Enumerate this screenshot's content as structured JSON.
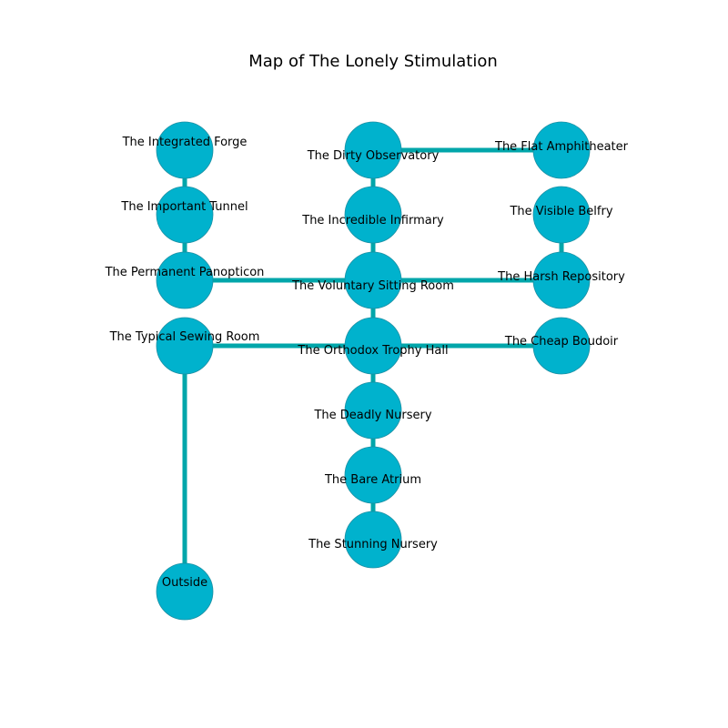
{
  "title": "Map of The Lonely Stimulation",
  "colors": {
    "node_fill": "#00b2cd",
    "node_stroke": "#1b8fa3",
    "edge": "#00a6aa",
    "text": "#000000",
    "background": "#ffffff"
  },
  "rooms": [
    {
      "id": "integrated-forge",
      "label": "The Integrated Forge"
    },
    {
      "id": "important-tunnel",
      "label": "The Important Tunnel"
    },
    {
      "id": "permanent-panopticon",
      "label": "The Permanent Panopticon"
    },
    {
      "id": "typical-sewing-room",
      "label": "The Typical Sewing Room"
    },
    {
      "id": "outside",
      "label": "Outside"
    },
    {
      "id": "dirty-observatory",
      "label": "The Dirty Observatory"
    },
    {
      "id": "incredible-infirmary",
      "label": "The Incredible Infirmary"
    },
    {
      "id": "voluntary-sitting-room",
      "label": "The Voluntary Sitting Room"
    },
    {
      "id": "orthodox-trophy-hall",
      "label": "The Orthodox Trophy Hall"
    },
    {
      "id": "deadly-nursery",
      "label": "The Deadly Nursery"
    },
    {
      "id": "bare-atrium",
      "label": "The Bare Atrium"
    },
    {
      "id": "stunning-nursery",
      "label": "The Stunning Nursery"
    },
    {
      "id": "flat-amphitheater",
      "label": "The Flat Amphitheater"
    },
    {
      "id": "visible-belfry",
      "label": "The Visible Belfry"
    },
    {
      "id": "harsh-repository",
      "label": "The Harsh Repository"
    },
    {
      "id": "cheap-boudoir",
      "label": "The Cheap Boudoir"
    }
  ],
  "corridors": [
    [
      "integrated-forge",
      "important-tunnel"
    ],
    [
      "important-tunnel",
      "permanent-panopticon"
    ],
    [
      "typical-sewing-room",
      "outside"
    ],
    [
      "dirty-observatory",
      "incredible-infirmary"
    ],
    [
      "incredible-infirmary",
      "voluntary-sitting-room"
    ],
    [
      "voluntary-sitting-room",
      "orthodox-trophy-hall"
    ],
    [
      "orthodox-trophy-hall",
      "deadly-nursery"
    ],
    [
      "deadly-nursery",
      "bare-atrium"
    ],
    [
      "bare-atrium",
      "stunning-nursery"
    ],
    [
      "dirty-observatory",
      "flat-amphitheater"
    ],
    [
      "visible-belfry",
      "harsh-repository"
    ],
    [
      "permanent-panopticon",
      "voluntary-sitting-room"
    ],
    [
      "voluntary-sitting-room",
      "harsh-repository"
    ],
    [
      "typical-sewing-room",
      "orthodox-trophy-hall"
    ],
    [
      "orthodox-trophy-hall",
      "cheap-boudoir"
    ]
  ]
}
